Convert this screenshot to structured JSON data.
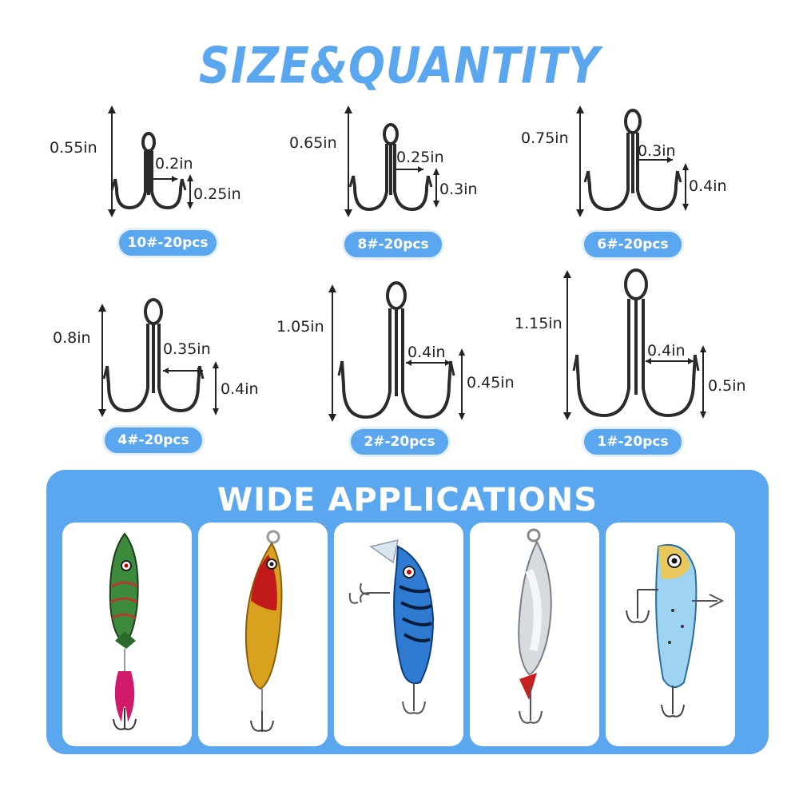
{
  "header": {
    "title": "SIZE&QUANTITY"
  },
  "hooks": [
    {
      "overall": "0.55in",
      "gap": "0.2in",
      "barb": "0.25in",
      "label": "10#-20pcs"
    },
    {
      "overall": "0.65in",
      "gap": "0.25in",
      "barb": "0.3in",
      "label": "8#-20pcs"
    },
    {
      "overall": "0.75in",
      "gap": "0.3in",
      "barb": "0.4in",
      "label": "6#-20pcs"
    },
    {
      "overall": "0.8in",
      "gap": "0.35in",
      "barb": "0.4in",
      "label": "4#-20pcs"
    },
    {
      "overall": "1.05in",
      "gap": "0.4in",
      "barb": "0.45in",
      "label": "2#-20pcs"
    },
    {
      "overall": "1.15in",
      "gap": "0.4in",
      "barb": "0.5in",
      "label": "1#-20pcs"
    }
  ],
  "applications": {
    "title": "WIDE APPLICATIONS",
    "lures": [
      "feather-spoon-lure",
      "gold-spoon-lure",
      "crankbait-minnow-lure",
      "silver-spinner-lure",
      "vib-blade-lure"
    ]
  },
  "colors": {
    "accent": "#5aa6ef",
    "hook": "#2b2b2b"
  }
}
